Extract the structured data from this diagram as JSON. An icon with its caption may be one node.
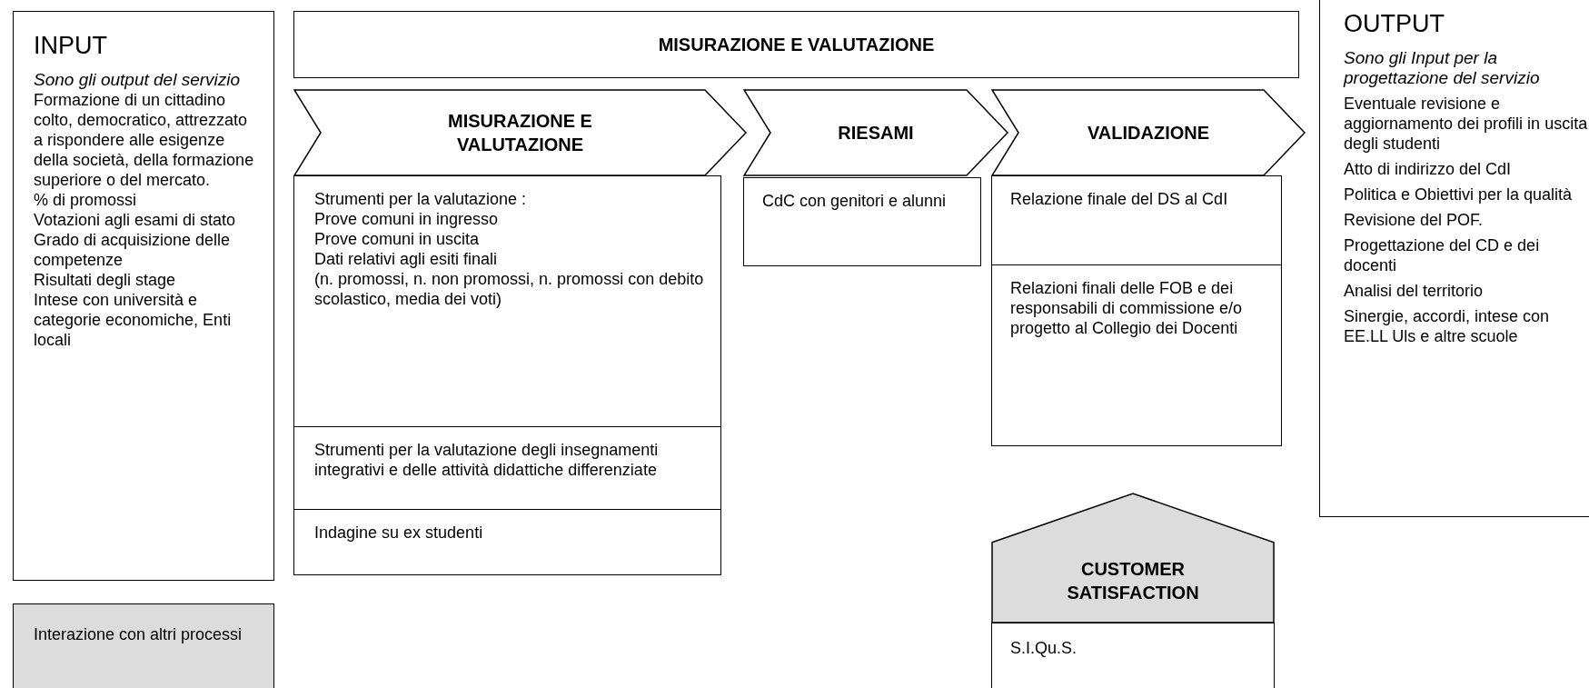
{
  "diagram": {
    "nodes": [
      {
        "text": [
          "INPUT",
          "Sono gli output del servizio",
          "Formazione di un cittadino colto, democratico, attrezzato a rispondere alle esigenze della società, della formazione superiore o del mercato.",
          "% di promossi",
          "Votazioni agli esami di stato",
          "Grado di acquisizione delle competenze",
          "Risultati degli stage",
          "Intese con università e categorie economiche, Enti locali"
        ]
      },
      {
        "text": [
          "Interazione con altri processi"
        ]
      },
      {
        "text": [
          "MISURAZIONE E VALUTAZIONE"
        ]
      },
      {
        "text": [
          "MISURAZIONE E VALUTAZIONE"
        ]
      },
      {
        "text": [
          "Strumenti per la valutazione :",
          "Prove comuni in ingresso",
          "Prove comuni in uscita",
          "Dati relativi agli esiti finali",
          "(n. promossi, n. non promossi, n. promossi con debito scolastico, media dei voti)"
        ]
      },
      {
        "text": [
          "Strumenti per la valutazione degli insegnamenti integrativi e delle attività didattiche differenziate"
        ]
      },
      {
        "text": [
          "Indagine su ex studenti"
        ]
      },
      {
        "text": [
          "RIESAMI"
        ]
      },
      {
        "text": [
          "CdC con genitori e alunni"
        ]
      },
      {
        "text": [
          "VALIDAZIONE"
        ]
      },
      {
        "text": [
          "Relazione finale del DS al CdI"
        ]
      },
      {
        "text": [
          "Relazioni finali delle FOB e dei responsabili di commissione e/o progetto al Collegio dei Docenti"
        ]
      },
      {
        "text": [
          "CUSTOMER SATISFACTION"
        ]
      },
      {
        "text": [
          "S.I.Qu.S."
        ]
      },
      {
        "text": [
          "OUTPUT",
          "Sono gli Input per la progettazione del servizio",
          "Eventuale revisione e aggiornamento dei profili in uscita degli studenti",
          "Atto di indirizzo del CdI",
          "Politica e Obiettivi per la qualità",
          "Revisione del POF.",
          "Progettazione del CD e dei docenti",
          "Analisi del territorio",
          "Sinergie, accordi, intese con EE.LL Uls e altre scuole"
        ]
      }
    ]
  }
}
